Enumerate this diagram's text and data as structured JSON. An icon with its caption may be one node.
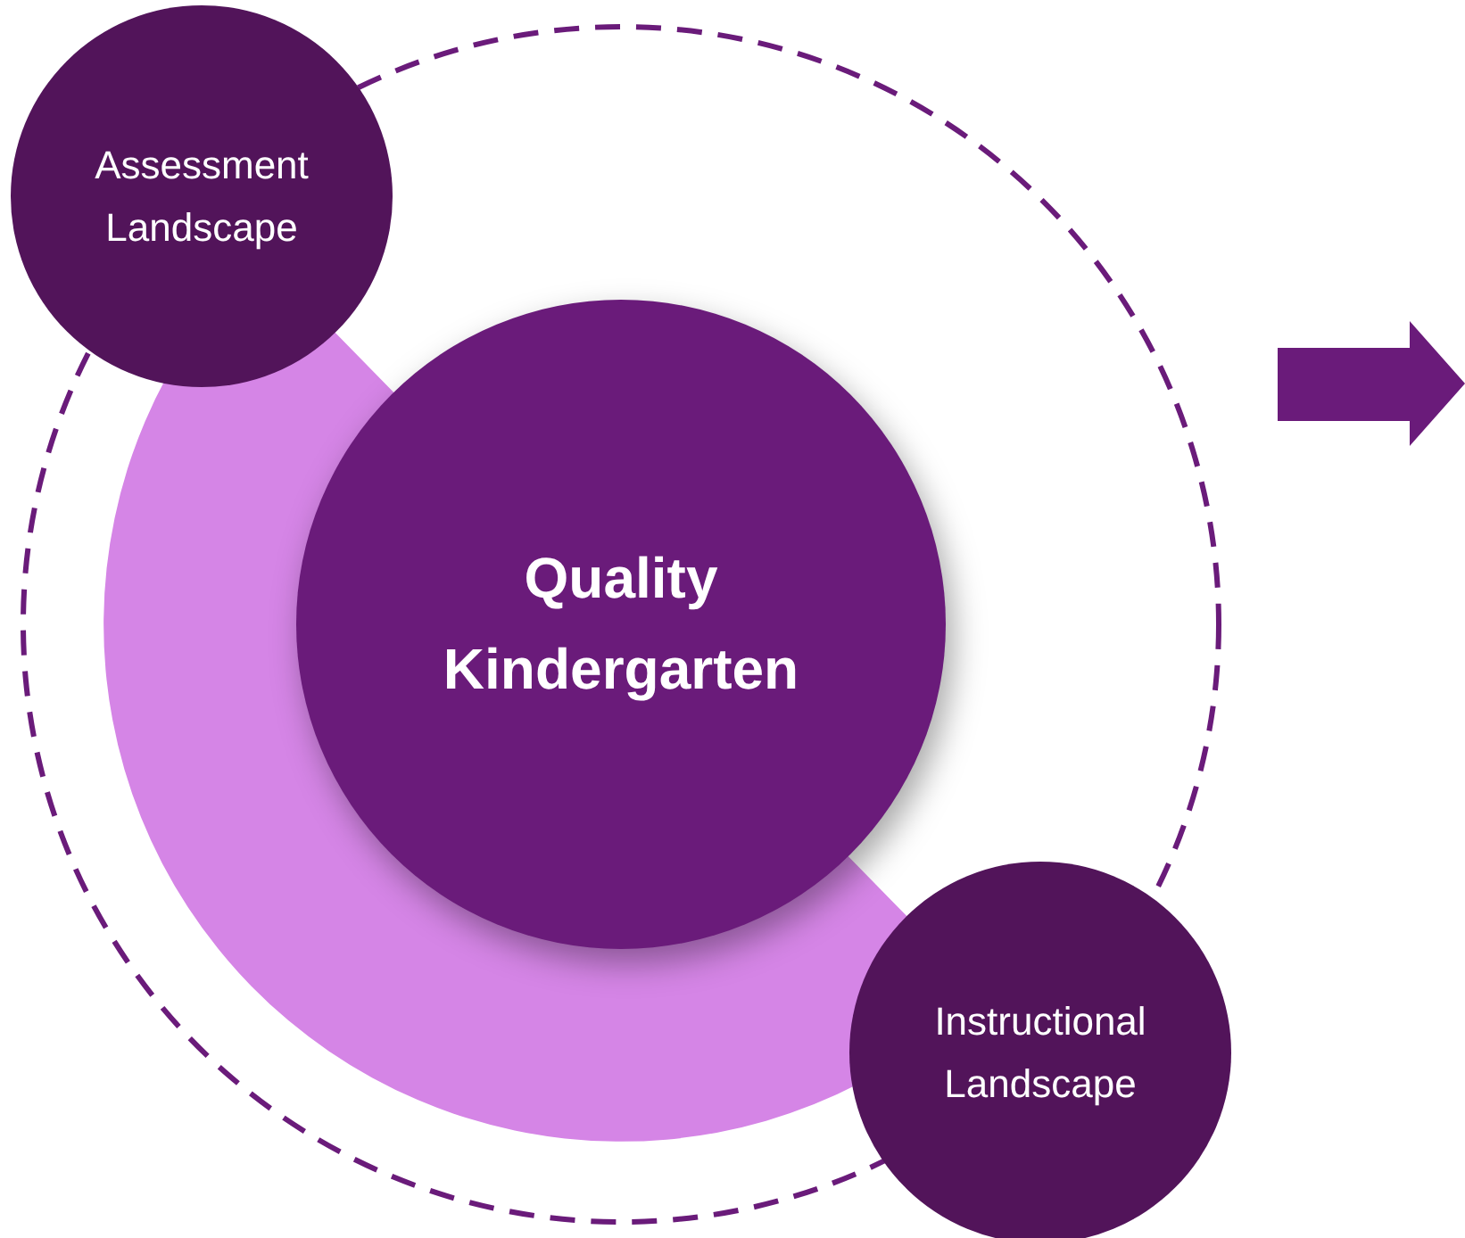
{
  "diagram": {
    "nodes": [
      {
        "text": [
          "Quality Kindergarten"
        ]
      },
      {
        "text": [
          "Assessment Landscape"
        ]
      },
      {
        "text": [
          "Instructional Landscape"
        ]
      }
    ]
  }
}
